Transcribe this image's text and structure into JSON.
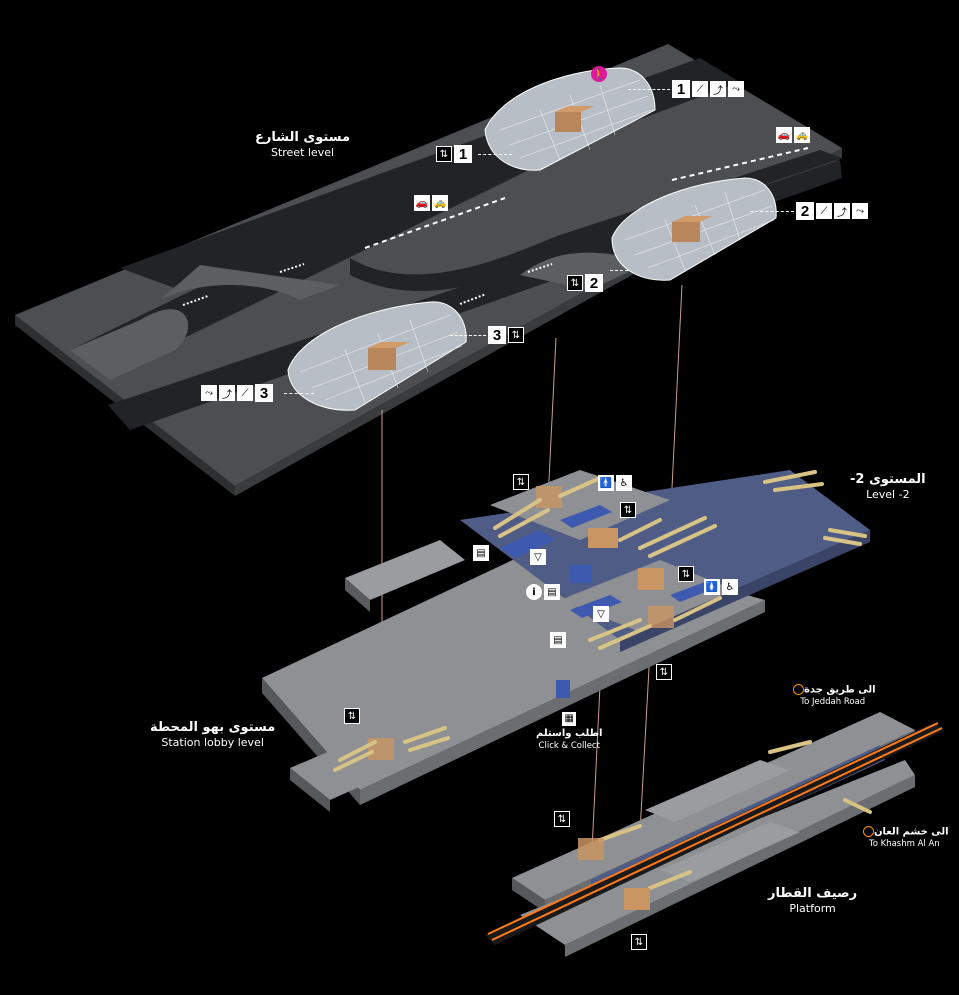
{
  "levels": {
    "street": {
      "ar": "مستوى الشارع",
      "en": "Street level"
    },
    "level2": {
      "ar": "المستوى 2-",
      "en": "Level -2"
    },
    "lobby": {
      "ar": "مستوى بهو المحطة",
      "en": "Station lobby level"
    },
    "platform": {
      "ar": "رصيف القطار",
      "en": "Platform"
    }
  },
  "entrances": {
    "e1": "1",
    "e2": "2",
    "e3": "3"
  },
  "directions": {
    "jeddah": {
      "ar": "الى طريق جدة",
      "en": "To Jeddah Road"
    },
    "khashm": {
      "ar": "الى خشم العان",
      "en": "To Khashm Al An"
    }
  },
  "services": {
    "click_collect": {
      "ar": "اطلب واستلم",
      "en": "Click & Collect"
    }
  },
  "colors": {
    "ground": "#4a4c4f",
    "road": "#26272a",
    "slab": "#8d8f92",
    "blue_zone": "#4f5c85",
    "escalator": "#c9b77a",
    "rail": "#ff7a1a",
    "pin": "#e0179a"
  },
  "icons": {
    "elevator": "elevator-icon",
    "stairs": "stairs-icon",
    "escalator": "escalator-icon",
    "ramp": "ramp-icon",
    "car": "car-icon",
    "taxi": "taxi-icon",
    "wheelchair": "wheelchair-icon",
    "info": "info-icon",
    "ticket": "ticket-icon",
    "toilet": "toilet-icon"
  }
}
